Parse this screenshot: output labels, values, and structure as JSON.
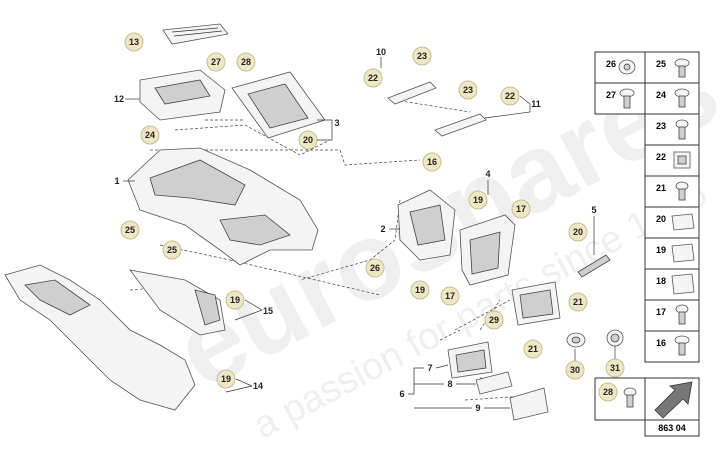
{
  "watermark": {
    "brand": "eurospares",
    "tagline": "a passion for parts since 1985"
  },
  "diagram_ref": "863 04",
  "callouts": {
    "c1": "1",
    "c2": "2",
    "c3": "3",
    "c4": "4",
    "c5": "5",
    "c6": "6",
    "c7": "7",
    "c8": "8",
    "c9": "9",
    "c10": "10",
    "c11": "11",
    "c12": "12",
    "c13": "13",
    "c14": "14",
    "c15": "15",
    "c16": "16",
    "c17": "17",
    "c19a": "19",
    "c19b": "19",
    "c19c": "19",
    "c19d": "19",
    "c20a": "20",
    "c20b": "20",
    "c21a": "21",
    "c21b": "21",
    "c22a": "22",
    "c22b": "22",
    "c23a": "23",
    "c23b": "23",
    "c24": "24",
    "c25a": "25",
    "c25b": "25",
    "c26": "26",
    "c27": "27",
    "c28": "28",
    "c29": "29",
    "c30": "30",
    "c31": "31",
    "c17b": "17",
    "c28b": "28"
  },
  "fastener_grid": {
    "left": [
      "26",
      "27"
    ],
    "right": [
      "25",
      "24",
      "23",
      "22",
      "21",
      "20",
      "19",
      "18",
      "17",
      "16"
    ]
  }
}
